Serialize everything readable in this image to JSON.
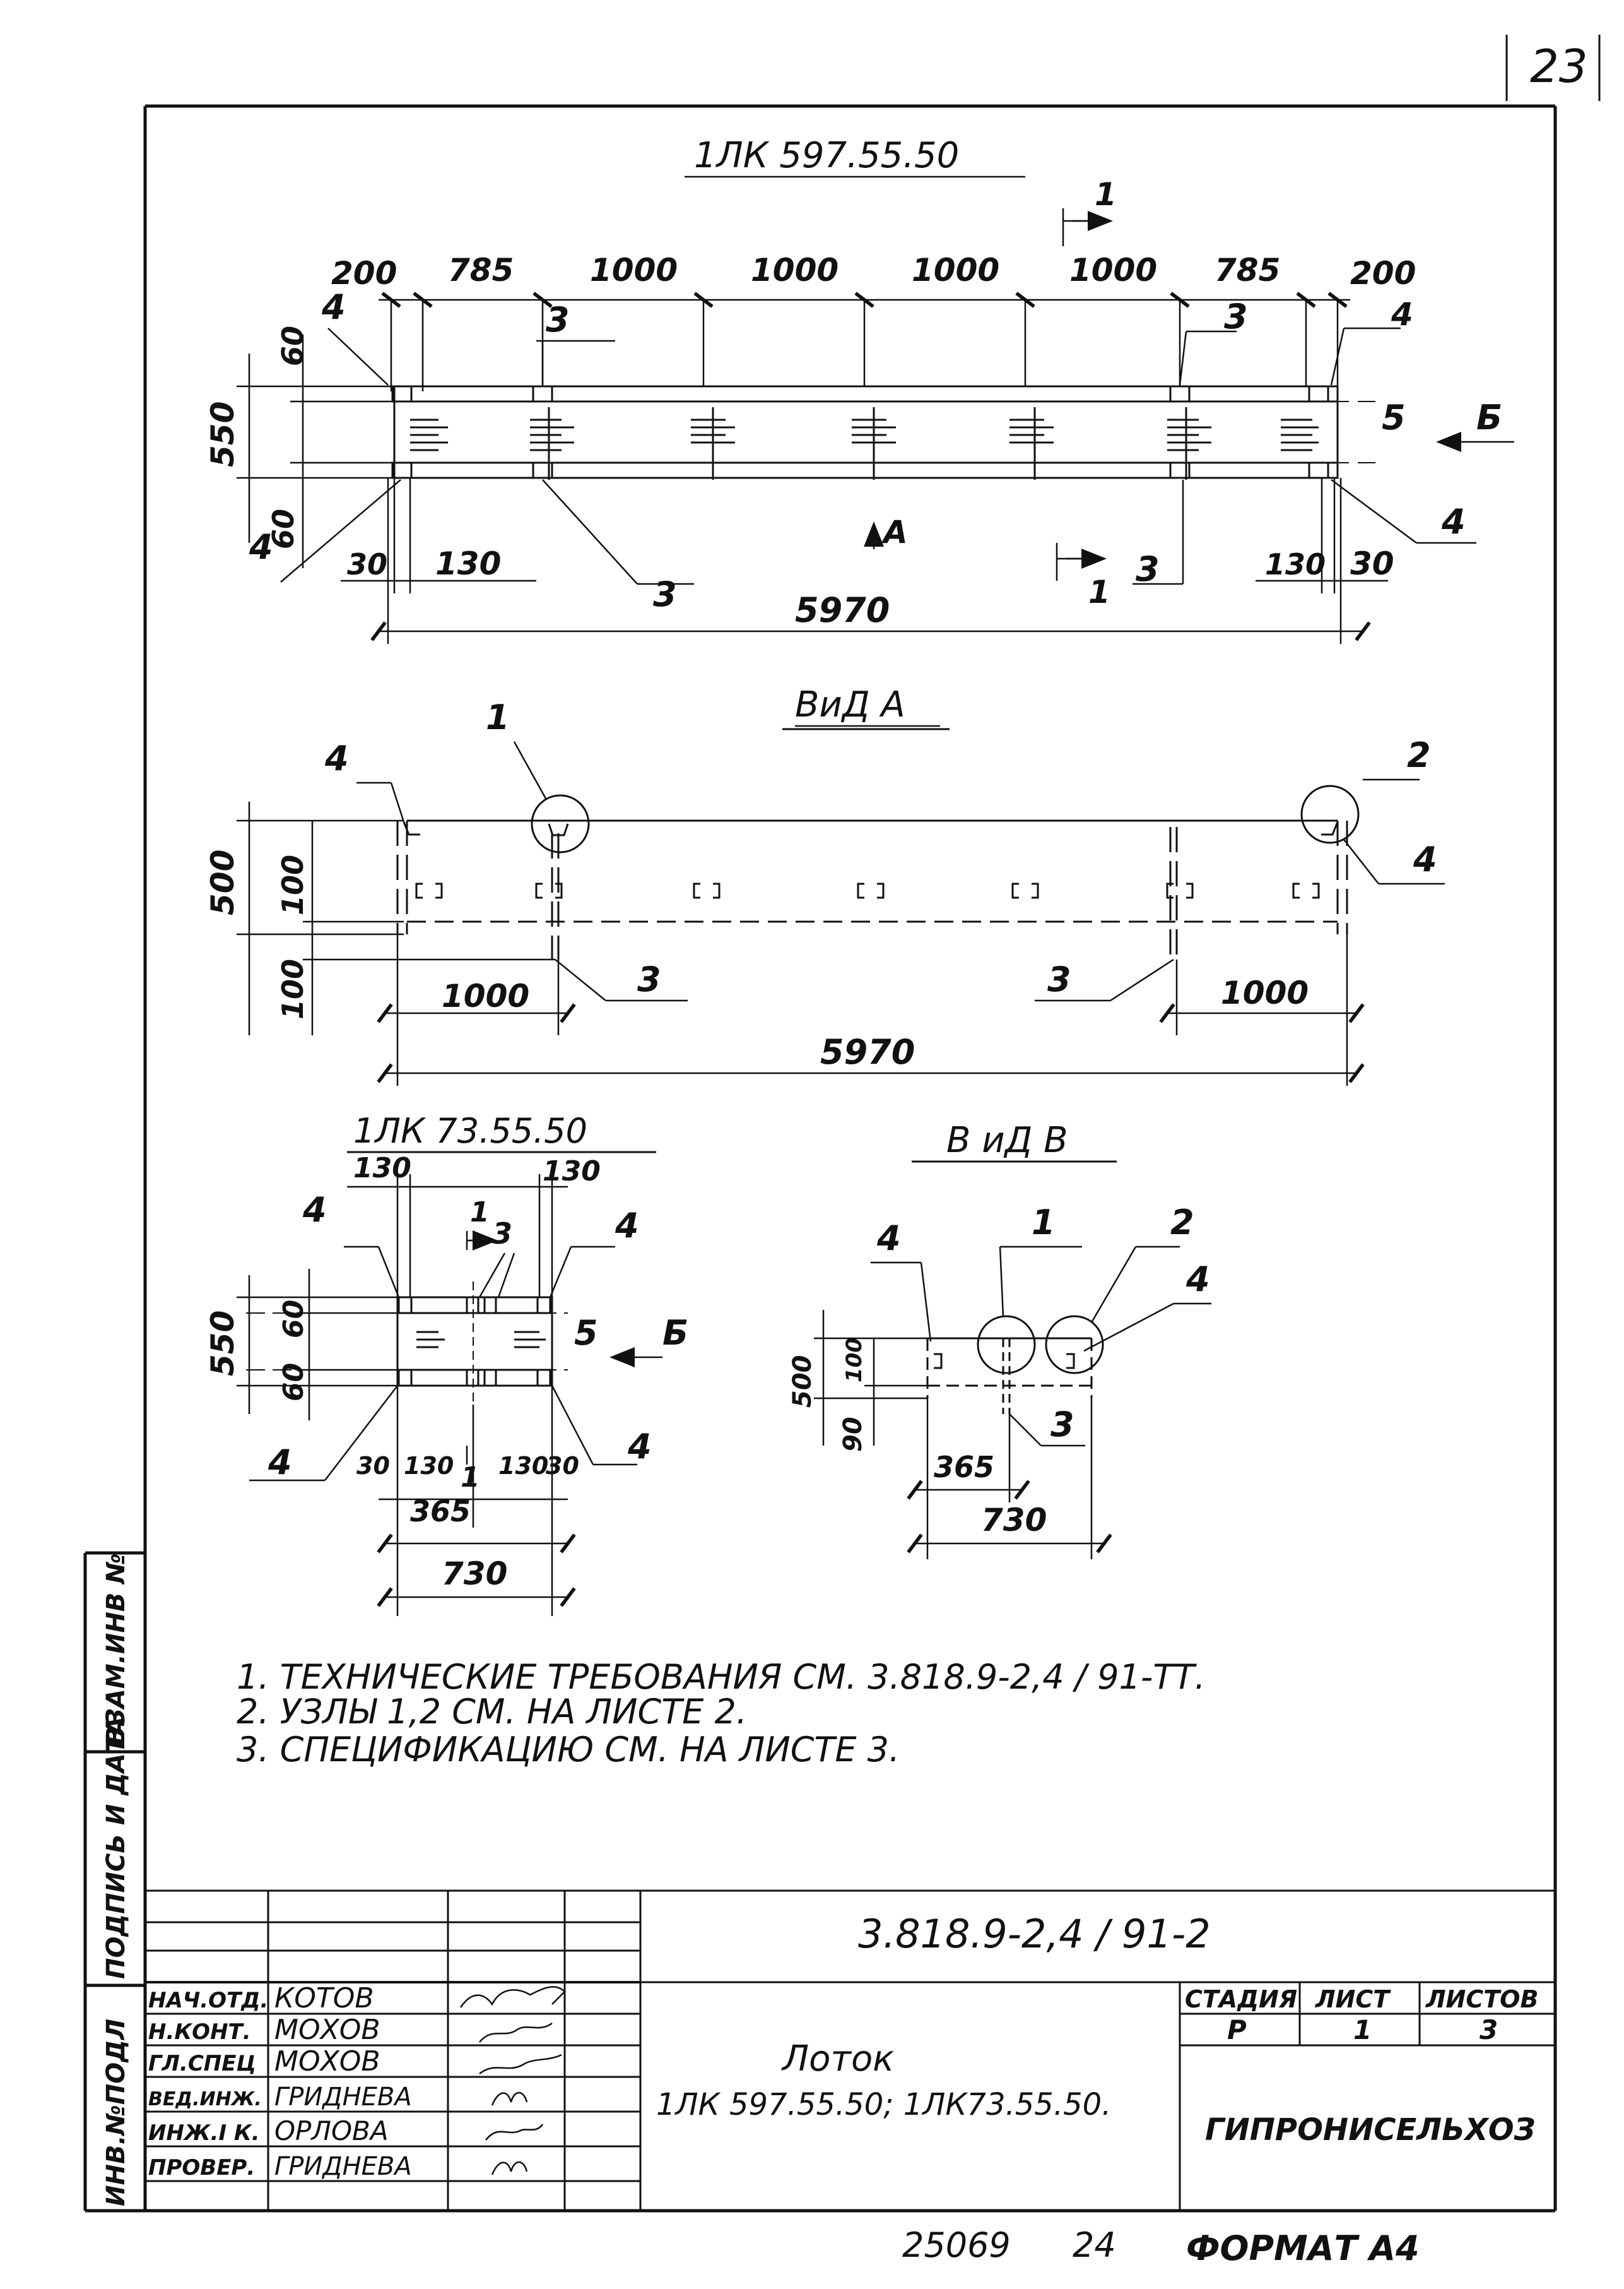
{
  "page_number": "23",
  "top_view": {
    "title": "1ЛК 597.55.50",
    "dims_top": [
      "200",
      "785",
      "1000",
      "1000",
      "1000",
      "1000",
      "785",
      "200"
    ],
    "height": "550",
    "edge_top": "60",
    "edge_bottom": "60",
    "left_small": "30",
    "left_gap": "130",
    "right_gap": "130",
    "right_small": "30",
    "total": "5970",
    "callouts": {
      "c3": "3",
      "c4": "4",
      "c5": "5",
      "view_b": "Б",
      "view_a": "А",
      "section": "1"
    }
  },
  "view_a": {
    "title": "ВиД А",
    "height": "500",
    "inner": "100",
    "bottom": "100",
    "left_span": "1000",
    "right_span": "1000",
    "total": "5970",
    "callouts": {
      "node1": "1",
      "node2": "2",
      "c3": "3",
      "c4": "4"
    }
  },
  "small_view": {
    "title": "1ЛК 73.55.50",
    "top_left": "130",
    "top_right": "130",
    "height": "550",
    "edge_top": "60",
    "edge_bottom": "60",
    "b30a": "30",
    "b130a": "130",
    "b130b": "130",
    "b30b": "30",
    "half": "365",
    "total": "730",
    "callouts": {
      "c1": "1",
      "c3": "3",
      "c4": "4",
      "c5": "5",
      "view_b": "Б",
      "section": "1"
    }
  },
  "view_b": {
    "title": "В иД В",
    "height": "500",
    "inner": "100",
    "bottom": "90",
    "half": "365",
    "total": "730",
    "callouts": {
      "c1": "1",
      "c2": "2",
      "c3": "3",
      "c4": "4"
    }
  },
  "notes": [
    "1. ТЕХНИЧЕСКИЕ ТРЕБОВАНИЯ СМ. 3.818.9-2,4 / 91-ТТ.",
    "2. УЗЛЫ 1,2 СМ. НА ЛИСТЕ 2.",
    "3. СПЕЦИФИКАЦИЮ СМ. НА ЛИСТЕ 3."
  ],
  "side_stamp": [
    "ИНВ.№ПОДЛ",
    "ПОДПИСЬ И ДАТА",
    "ВЗАМ.ИНВ №"
  ],
  "title_block": {
    "doc_code": "3.818.9-2,4 / 91-2",
    "roles": [
      "НАЧ.ОТД.",
      "Н.КОНТ.",
      "ГЛ.СПЕЦ",
      "ВЕД.ИНЖ.",
      "ИНЖ.I К.",
      "ПРОВЕР."
    ],
    "names": [
      "КОТОВ",
      "МОХОВ",
      "МОХОВ",
      "ГРИДНЕВА",
      "ОРЛОВА",
      "ГРИДНЕВА"
    ],
    "product": "Лоток",
    "product_codes": "1ЛК 597.55.50; 1ЛК73.55.50.",
    "stage_header": "СТАДИЯ",
    "sheet_header": "ЛИСТ",
    "sheets_header": "ЛИСТОВ",
    "stage": "Р",
    "sheet": "1",
    "sheets": "3",
    "org": "ГИПРОНИСЕЛЬХОЗ"
  },
  "footer": {
    "number": "25069",
    "copy": "24",
    "format": "ФОРМАТ А4"
  }
}
